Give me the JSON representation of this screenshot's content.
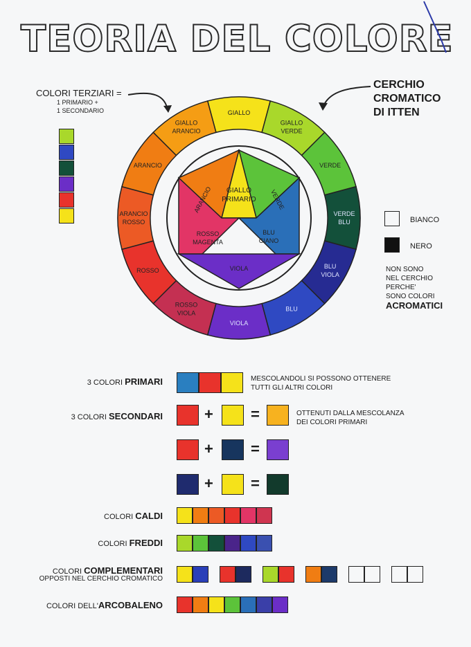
{
  "title": "TEORIA DEL COLORE",
  "terziari": {
    "title": "COLORI TERZIARI =",
    "line1": "1 PRIMARIO +",
    "line2": "1 SECONDARIO"
  },
  "cerchio": {
    "line1": "CERCHIO",
    "line2": "CROMATICO",
    "line3": "DI ITTEN"
  },
  "wheel_outer": [
    {
      "label": "GIALLO",
      "color": "#f5e21a"
    },
    {
      "label": "GIALLO VERDE",
      "color": "#a9d82b"
    },
    {
      "label": "VERDE",
      "color": "#5cc33a"
    },
    {
      "label": "VERDE BLU",
      "color": "#13503a"
    },
    {
      "label": "BLU VIOLA",
      "color": "#262b92"
    },
    {
      "label": "BLU",
      "color": "#2f49c2"
    },
    {
      "label": "VIOLA",
      "color": "#6b2ec7"
    },
    {
      "label": "ROSSO VIOLA",
      "color": "#c43052"
    },
    {
      "label": "ROSSO",
      "color": "#e8332c"
    },
    {
      "label": "ARANCIO ROSSO",
      "color": "#ec5a25"
    },
    {
      "label": "ARANCIO",
      "color": "#f07d13"
    },
    {
      "label": "GIALLO ARANCIO",
      "color": "#f59d14"
    }
  ],
  "wheel_outer_labels": {
    "giallo": "GIALLO",
    "giallo_verde_1": "GIALLO",
    "giallo_verde_2": "VERDE",
    "verde": "VERDE",
    "verde_blu_1": "VERDE",
    "verde_blu_2": "BLU",
    "blu_viola_1": "BLU",
    "blu_viola_2": "VIOLA",
    "blu": "BLU",
    "viola": "VIOLA",
    "rosso_viola_1": "ROSSO",
    "rosso_viola_2": "VIOLA",
    "rosso": "ROSSO",
    "arancio_rosso_1": "ARANCIO",
    "arancio_rosso_2": "ROSSO",
    "arancio": "ARANCIO",
    "giallo_arancio_1": "GIALLO",
    "giallo_arancio_2": "ARANCIO"
  },
  "wheel_inner": {
    "giallo_1": "GIALLO",
    "giallo_2": "PRIMARIO",
    "verde": "VERDE",
    "arancio": "ARANCIO",
    "rosso_1": "ROSSO",
    "rosso_2": "MAGENTA",
    "blu_1": "BLU",
    "blu_2": "CIANO",
    "viola": "VIOLA"
  },
  "tertiary_column": [
    "#a9d82b",
    "#2f49c2",
    "#13503a",
    "#6b2ec7",
    "#e8332c",
    "#f5e21a"
  ],
  "acromatici": {
    "bianco": "BIANCO",
    "nero": "NERO",
    "line1": "NON SONO",
    "line2": "NEL CERCHIO",
    "line3": "PERCHE'",
    "line4": "SONO COLORI",
    "line5": "ACROMATICI"
  },
  "primari": {
    "prefix": "3 COLORI ",
    "bold": "PRIMARI",
    "note1": "MESCOLANDOLI SI POSSONO OTTENERE",
    "note2": "TUTTI GLI ALTRI COLORI",
    "colors": [
      "#2a7fc0",
      "#e8332c",
      "#f5e21a"
    ]
  },
  "secondari": {
    "prefix": "3 COLORI ",
    "bold": "SECONDARI",
    "note1": "OTTENUTI DALLA MESCOLANZA",
    "note2": "DEI COLORI PRIMARI",
    "plus": "+",
    "equals": "=",
    "rows": [
      {
        "a": "#e8332c",
        "b": "#f5e21a",
        "r": "#f7b21f"
      },
      {
        "a": "#e8332c",
        "b": "#17355e",
        "r": "#7a3fd0"
      },
      {
        "a": "#1f2b6e",
        "b": "#f5e21a",
        "r": "#123a2c"
      }
    ]
  },
  "caldi": {
    "prefix": "COLORI ",
    "bold": "CALDI",
    "colors": [
      "#f5e21a",
      "#f07d13",
      "#ec5a25",
      "#e8332c",
      "#e23566",
      "#cf3550"
    ]
  },
  "freddi": {
    "prefix": "COLORI ",
    "bold": "FREDDI",
    "colors": [
      "#a9d82b",
      "#5cc33a",
      "#13503a",
      "#4a248a",
      "#2f49c2",
      "#3a50b0"
    ]
  },
  "complementari": {
    "prefix": "COLORI ",
    "bold": "COMPLEMENTARI",
    "sub": "OPPOSTI NEL CERCHIO CROMATICO",
    "pairs": [
      [
        "#f5e21a",
        "#2a3fb8"
      ],
      [
        "#e8332c",
        "#1d2a5e"
      ],
      [
        "#a9d82b",
        "#e8332c"
      ],
      [
        "#f07d13",
        "#1d3a6a"
      ],
      [
        "#f6f7f8",
        "#f6f7f8"
      ],
      [
        "#f6f7f8",
        "#f6f7f8"
      ]
    ]
  },
  "arcobaleno": {
    "prefix": "COLORI DELL'",
    "bold": "ARCOBALENO",
    "colors": [
      "#e8332c",
      "#f07d13",
      "#f5e21a",
      "#5cc33a",
      "#2a6fb8",
      "#3a3fa8",
      "#6b2ec7"
    ]
  }
}
